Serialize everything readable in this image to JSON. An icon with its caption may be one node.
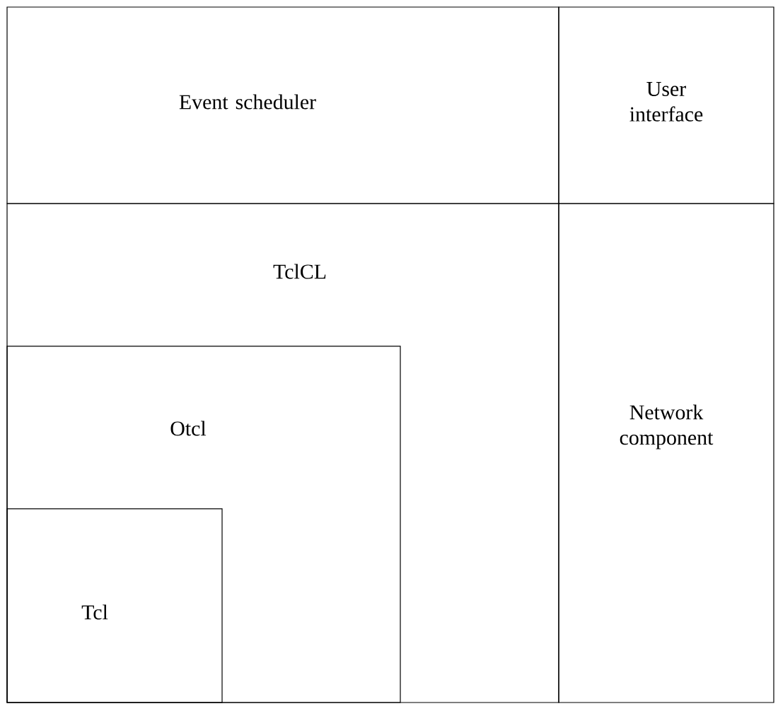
{
  "diagram": {
    "nodes": [
      {
        "text": [
          "Event scheduler"
        ]
      },
      {
        "text": [
          "User interface"
        ]
      },
      {
        "text": [
          "TclCL"
        ]
      },
      {
        "text": [
          "Otcl"
        ],
        "in": 2
      },
      {
        "text": [
          "Tcl"
        ],
        "in": 3
      },
      {
        "text": [
          "Network component"
        ]
      }
    ]
  }
}
